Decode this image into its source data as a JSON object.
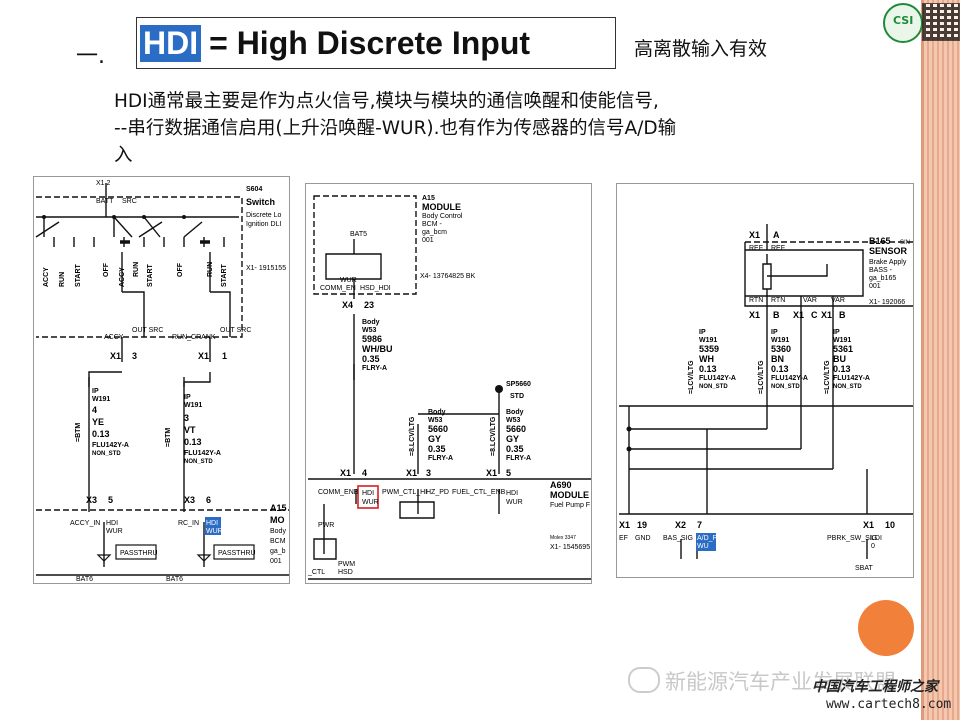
{
  "slide": {
    "number": "一.",
    "title_highlight": "HDI",
    "title_rest": "= High Discrete Input",
    "subtitle": "高离散输入有效",
    "paragraph": [
      "HDI通常最主要是作为点火信号,模块与模块的通信唤醒和使能信号,",
      "--串行数据通信启用(上升沿唤醒-WUR).也有作为传感器的信号A/D输",
      "入"
    ]
  },
  "diagram_left": {
    "connector_top": "X1 2",
    "switch_name": "S604",
    "switch_label": "Switch",
    "switch_desc1": "Discrete Lo",
    "switch_desc2": "Ignition DLI",
    "batt": "BATT",
    "src": "SRC",
    "positions": [
      "ACCY",
      "RUN",
      "START",
      "OFF",
      "ACCY",
      "RUN",
      "START",
      "OFF",
      "RUN",
      "START"
    ],
    "x1_part": "X1- 1915155",
    "accy": "ACCY",
    "out_src1": "OUT SRC",
    "run_crank": "RUN_CRANK",
    "out_src2": "OUT SRC",
    "x1_3": "X1",
    "pin_3": "3",
    "x1_1": "X1",
    "pin_1": "1",
    "wire1": [
      "IP",
      "W191",
      "4",
      "YE",
      "0.13",
      "FLU142Y-A",
      "NON_STD"
    ],
    "wire2": [
      "IP",
      "W191",
      "3",
      "VT",
      "0.13",
      "FLU142Y-A",
      "NON_STD"
    ],
    "btm": "=BTM",
    "x3_5": "X3",
    "pin_5": "5",
    "x3_6": "X3",
    "pin_6": "6",
    "module": "A15",
    "module_label": "MO",
    "module_desc": [
      "Body",
      "BCM",
      "ga_b",
      "001"
    ],
    "accy_in": "ACCY_IN",
    "rc_in": "RC_IN",
    "hdi": "HDI",
    "wur": "WUR",
    "passthru": "PASSTHRU",
    "bat6": "BAT6"
  },
  "diagram_mid": {
    "module": "A15",
    "module_label": "MODULE",
    "module_desc": [
      "Body Control",
      "BCM -",
      "ga_bcm",
      "001"
    ],
    "bat5": "BAT5",
    "wur": "WUR",
    "comm_en": "COMM_EN",
    "hsd_hdi": "HSD_HDI",
    "part": "X4- 13764825 BK",
    "x4": "X4",
    "pin_23": "23",
    "wire_main": [
      "Body",
      "W53",
      "5986",
      "WH/BU",
      "0.35",
      "FLRY-A"
    ],
    "splice": "SP5660",
    "splice_std": "STD",
    "wire_a": [
      "Body",
      "W53",
      "5660",
      "GY",
      "0.35",
      "FLRY-A"
    ],
    "wire_b": [
      "Body",
      "W53",
      "5660",
      "GY",
      "0.35",
      "FLRY-A"
    ],
    "lcv": "=8.LCV/LTG",
    "x1_4": "X1",
    "pin_4": "4",
    "x1_3": "X1",
    "pin_3": "3",
    "x1_5": "X1",
    "pin_5": "5",
    "a690": "A690",
    "a690_label": "MODULE",
    "a690_desc": "Fuel Pump F",
    "molex": "Molex 3347",
    "a690_part": "X1- 1545695",
    "sig_comm": "COMM_ENB",
    "sig_pwm": "PWM_CTL_HI",
    "sig_hz": "HZ_PD",
    "sig_fuel": "FUEL_CTL_ENB",
    "hdi": "HDI",
    "pwr": "PWR",
    "pwm": "PWM",
    "hsd": "HSD",
    "ctl": "_CTL"
  },
  "diagram_right": {
    "x1_a": "X1",
    "pin_a": "A",
    "ref1": "REF",
    "ref2": "REF",
    "sensor": "B165",
    "sensor_sin": "SIN",
    "sensor_label": "SENSOR",
    "sensor_desc": [
      "Brake Apply",
      "BASS -",
      "ga_b165",
      "001"
    ],
    "rtn1": "RTN",
    "rtn2": "RTN",
    "var1": "VAR",
    "var2": "VAR",
    "part": "X1- 192066",
    "x1_b": "X1",
    "pin_b": "B",
    "x1_c": "X1",
    "pin_c": "C",
    "x1_b2": "X1",
    "pin_b2": "B",
    "wire1": [
      "IP",
      "W191",
      "5359",
      "WH",
      "0.13",
      "FLU142Y-A",
      "NON_STD"
    ],
    "wire2": [
      "IP",
      "W191",
      "5360",
      "BN",
      "0.13",
      "FLU142Y-A",
      "NON_STD"
    ],
    "wire3": [
      "IP",
      "W191",
      "5361",
      "BU",
      "0.13",
      "FLU142Y-A",
      "NON_STD"
    ],
    "lcv": "=LCV/LTG",
    "x1_19": "X1",
    "pin_19": "19",
    "x2_7": "X2",
    "pin_7": "7",
    "x1_10": "X1",
    "pin_10": "10",
    "gnd": "GND",
    "bas_sig": "BAS_SIG",
    "ad_pd": "A/D_PD",
    "wu": "WU",
    "ef": "EF",
    "pbrk": "PBRK_SW_SIG",
    "ldi": "LDI",
    "ldi_0": "0",
    "sbat": "SBAT"
  },
  "watermark": {
    "cn": "新能源汽车产业发展联盟",
    "brand": "中国汽车工程师之家",
    "url": "www.cartech8.com"
  },
  "logo_text": "CSI"
}
